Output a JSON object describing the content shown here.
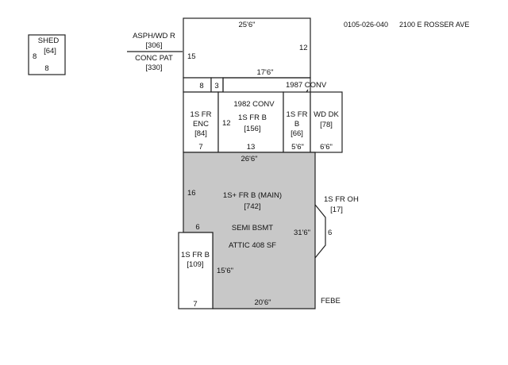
{
  "header": {
    "parcel": "0105-026-040",
    "address": "2100 E ROSSER AVE"
  },
  "shed": {
    "name": "SHED",
    "area": "[64]",
    "dim_left": "8",
    "dim_bottom": "8"
  },
  "patio": {
    "label_top": "ASPH/WD R",
    "area_top": "[306]",
    "label_bottom": "CONC PAT",
    "area_bottom": "[330]",
    "dim_top": "25'6\"",
    "dim_left": "15",
    "dim_right": "12",
    "dim_bottom": "17'6\""
  },
  "strip": {
    "dim_a": "8",
    "dim_b": "3"
  },
  "conv1987": {
    "label": "1987 CONV"
  },
  "enc": {
    "line1": "1S FR",
    "line2": "ENC",
    "area": "[84]",
    "dim_bottom": "7"
  },
  "conv1982": {
    "label": "1982 CONV",
    "name": "1S FR B",
    "area": "[156]",
    "dim_left": "12",
    "dim_bottom": "13"
  },
  "frb66": {
    "line1": "1S FR",
    "line2": "B",
    "area": "[66]",
    "dim_bottom": "5'6\""
  },
  "wddk": {
    "name": "WD DK",
    "area": "[78]",
    "dim_bottom": "6'6\""
  },
  "main": {
    "dim_top": "26'6\"",
    "dim_left": "16",
    "name": "1S+ FR B (MAIN)",
    "area": "[742]",
    "basement": "SEMI BSMT",
    "attic": "ATTIC 408 SF",
    "dim_right": "31'6\"",
    "dim_inner": "6",
    "dim_bottom": "20'6\"",
    "dim_diag": "15'6\""
  },
  "frb109": {
    "name": "1S FR B",
    "area": "[109]",
    "dim_bottom": "7"
  },
  "overhang": {
    "name": "1S FR OH",
    "area": "[17]",
    "dim": "6"
  },
  "febe": {
    "label": "FEBE"
  }
}
